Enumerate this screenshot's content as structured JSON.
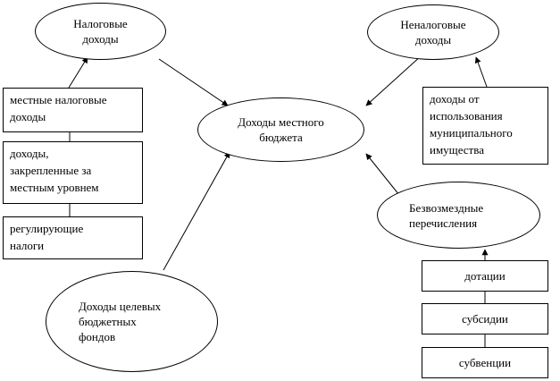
{
  "diagram": {
    "central_node": "Доходы местного\nбюджета",
    "tax_income": {
      "label": "Налоговые\nдоходы",
      "items": [
        "местные налоговые\nдоходы",
        "доходы,\nзакрепленные за\nместным уровнем",
        "регулирующие\nналоги"
      ]
    },
    "non_tax_income": {
      "label": "Неналоговые\nдоходы",
      "items": [
        "доходы от\nиспользования\nмуниципального\nимущества"
      ]
    },
    "transfers": {
      "label": "Безвозмездные\nперечисления",
      "items": [
        "дотации",
        "субсидии",
        "субвенции"
      ]
    },
    "target_funds": {
      "label": "Доходы целевых\nбюджетных\nфондов"
    }
  },
  "style": {
    "stroke_color": "#000000",
    "background_color": "#ffffff"
  }
}
